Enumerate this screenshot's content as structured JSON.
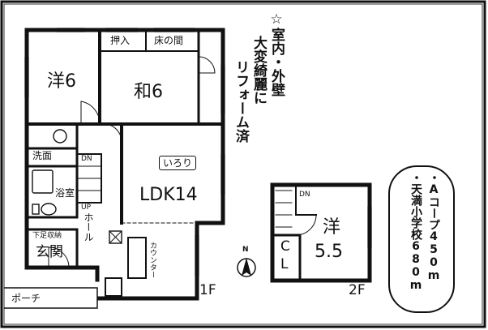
{
  "floor1": {
    "label": "1F",
    "rooms": {
      "western_room": "洋6",
      "closet": "押入",
      "tokonoma": "床の間",
      "japanese_room": "和6",
      "washroom": "洗面",
      "bathroom": "浴室",
      "storage_note": "下足収納",
      "entrance": "玄関",
      "porch": "ポーチ",
      "ldk": "LDK14",
      "hearth": "いろり",
      "counter": "カウンター",
      "hall": "ホール",
      "dn": "DN",
      "up": "UP"
    }
  },
  "floor2": {
    "label": "2F",
    "rooms": {
      "western_room": "洋",
      "western_size": "5.5",
      "dn": "DN",
      "closet_c": "C",
      "closet_l": "L"
    }
  },
  "compass": {
    "label": "N"
  },
  "remark": {
    "lines": [
      "☆室内・外壁",
      "大変綺麗に",
      "リフォーム済"
    ]
  },
  "notes": {
    "lines": [
      "・Aコープ450m",
      "・天満小学校680m"
    ]
  }
}
